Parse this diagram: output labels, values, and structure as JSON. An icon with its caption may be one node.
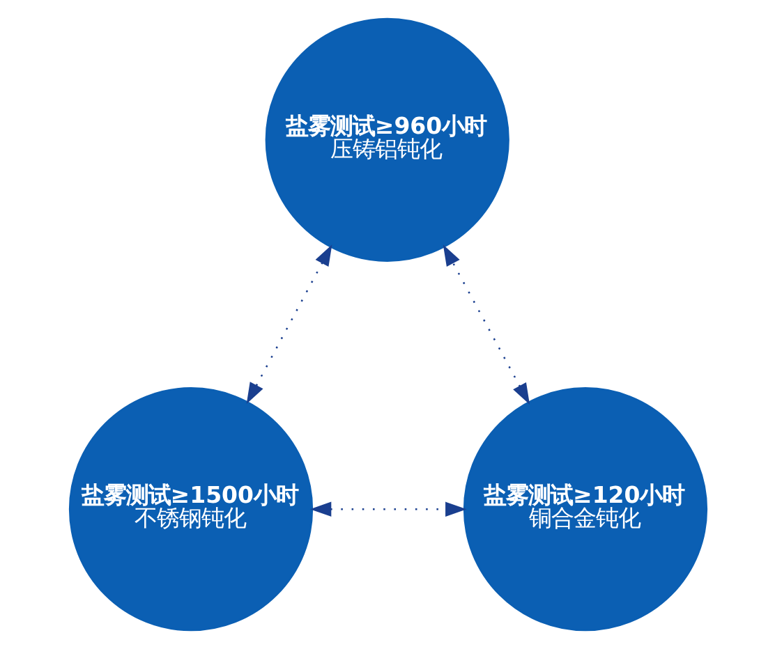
{
  "diagram": {
    "nodes": [
      {
        "text": [
          "盐雾测试≥960小时",
          "压铸铝钝化"
        ]
      },
      {
        "text": [
          "盐雾测试≥120小时",
          "铜合金钝化"
        ]
      },
      {
        "text": [
          "盐雾测试≥1500小时",
          "不锈钢钝化"
        ]
      }
    ],
    "edges": [
      {
        "from": 0,
        "to": 2,
        "arrow": "both",
        "style": "dashed"
      },
      {
        "from": 2,
        "to": 1,
        "arrow": "both",
        "style": "dashed"
      },
      {
        "from": 1,
        "to": 0,
        "arrow": "both",
        "style": "dashed"
      }
    ]
  }
}
